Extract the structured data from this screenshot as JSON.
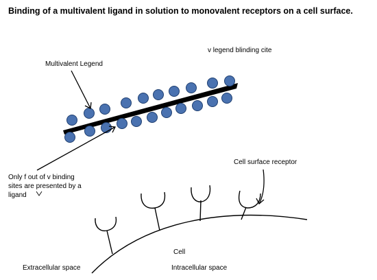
{
  "title": "Binding of a multivalent ligand in solution to monovalent receptors on a cell surface.",
  "labels": {
    "multivalent_ligand": "Multivalent Legend",
    "binding_site": "v legend blinding cite",
    "note_line1": "Only f out of v  binding",
    "note_line2": "sites are presented by a",
    "note_line3": "ligand",
    "receptor": "Cell surface receptor",
    "cell": "Cell",
    "extracellular": "Extracellular space",
    "intracellular": "Intracellular space"
  },
  "colors": {
    "bead_fill": "#4a72b0",
    "bead_stroke": "#1f3f70",
    "rod": "#000000",
    "line": "#000000"
  }
}
